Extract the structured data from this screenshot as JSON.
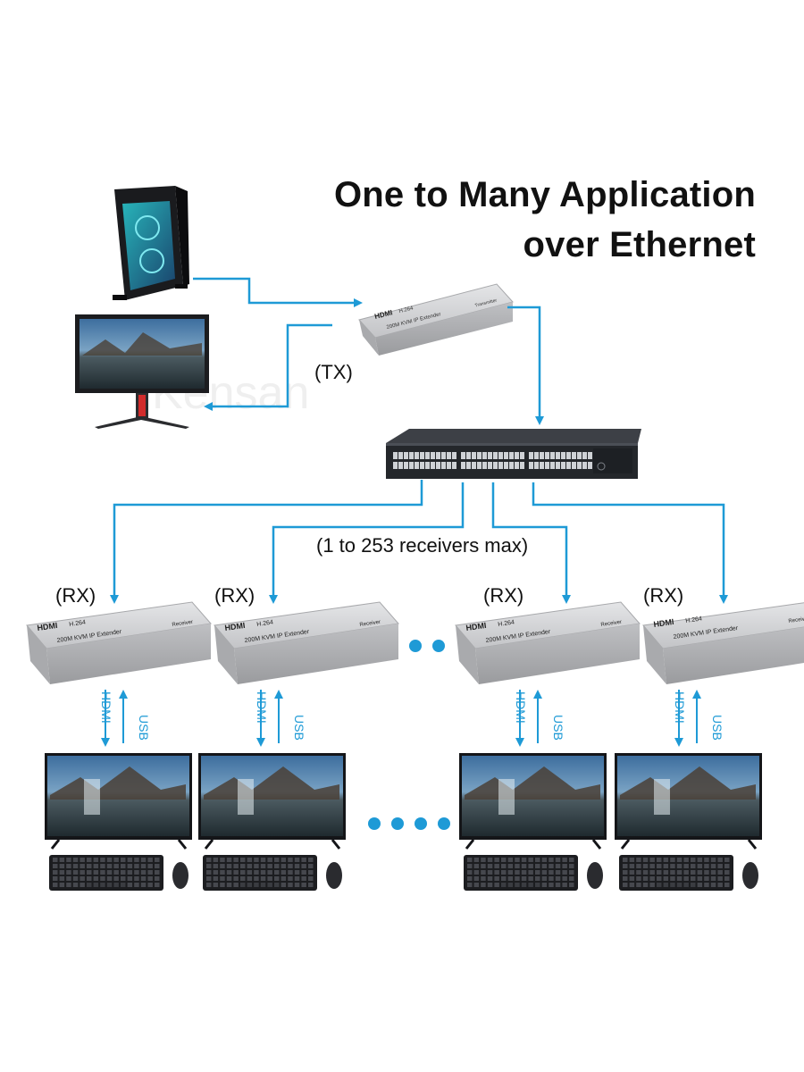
{
  "title_line1": "One to Many Application",
  "title_line2": "over Ethernet",
  "tx_label": "(TX)",
  "receivers_note": "(1 to 253 receivers max)",
  "rx_labels": [
    "(RX)",
    "(RX)",
    "(RX)",
    "(RX)"
  ],
  "extender_text": {
    "brand": "HDMI",
    "codec": "H.264",
    "model": "200M KVM IP Extender",
    "tx_role": "Transmitter",
    "rx_role": "Receiver"
  },
  "link_labels": {
    "hdmi": "HDMI",
    "usb": "USB"
  },
  "watermark": "Kensan",
  "colors": {
    "arrow": "#1e9ad6",
    "device": "#c9cacc",
    "switch": "#2a2d31"
  }
}
